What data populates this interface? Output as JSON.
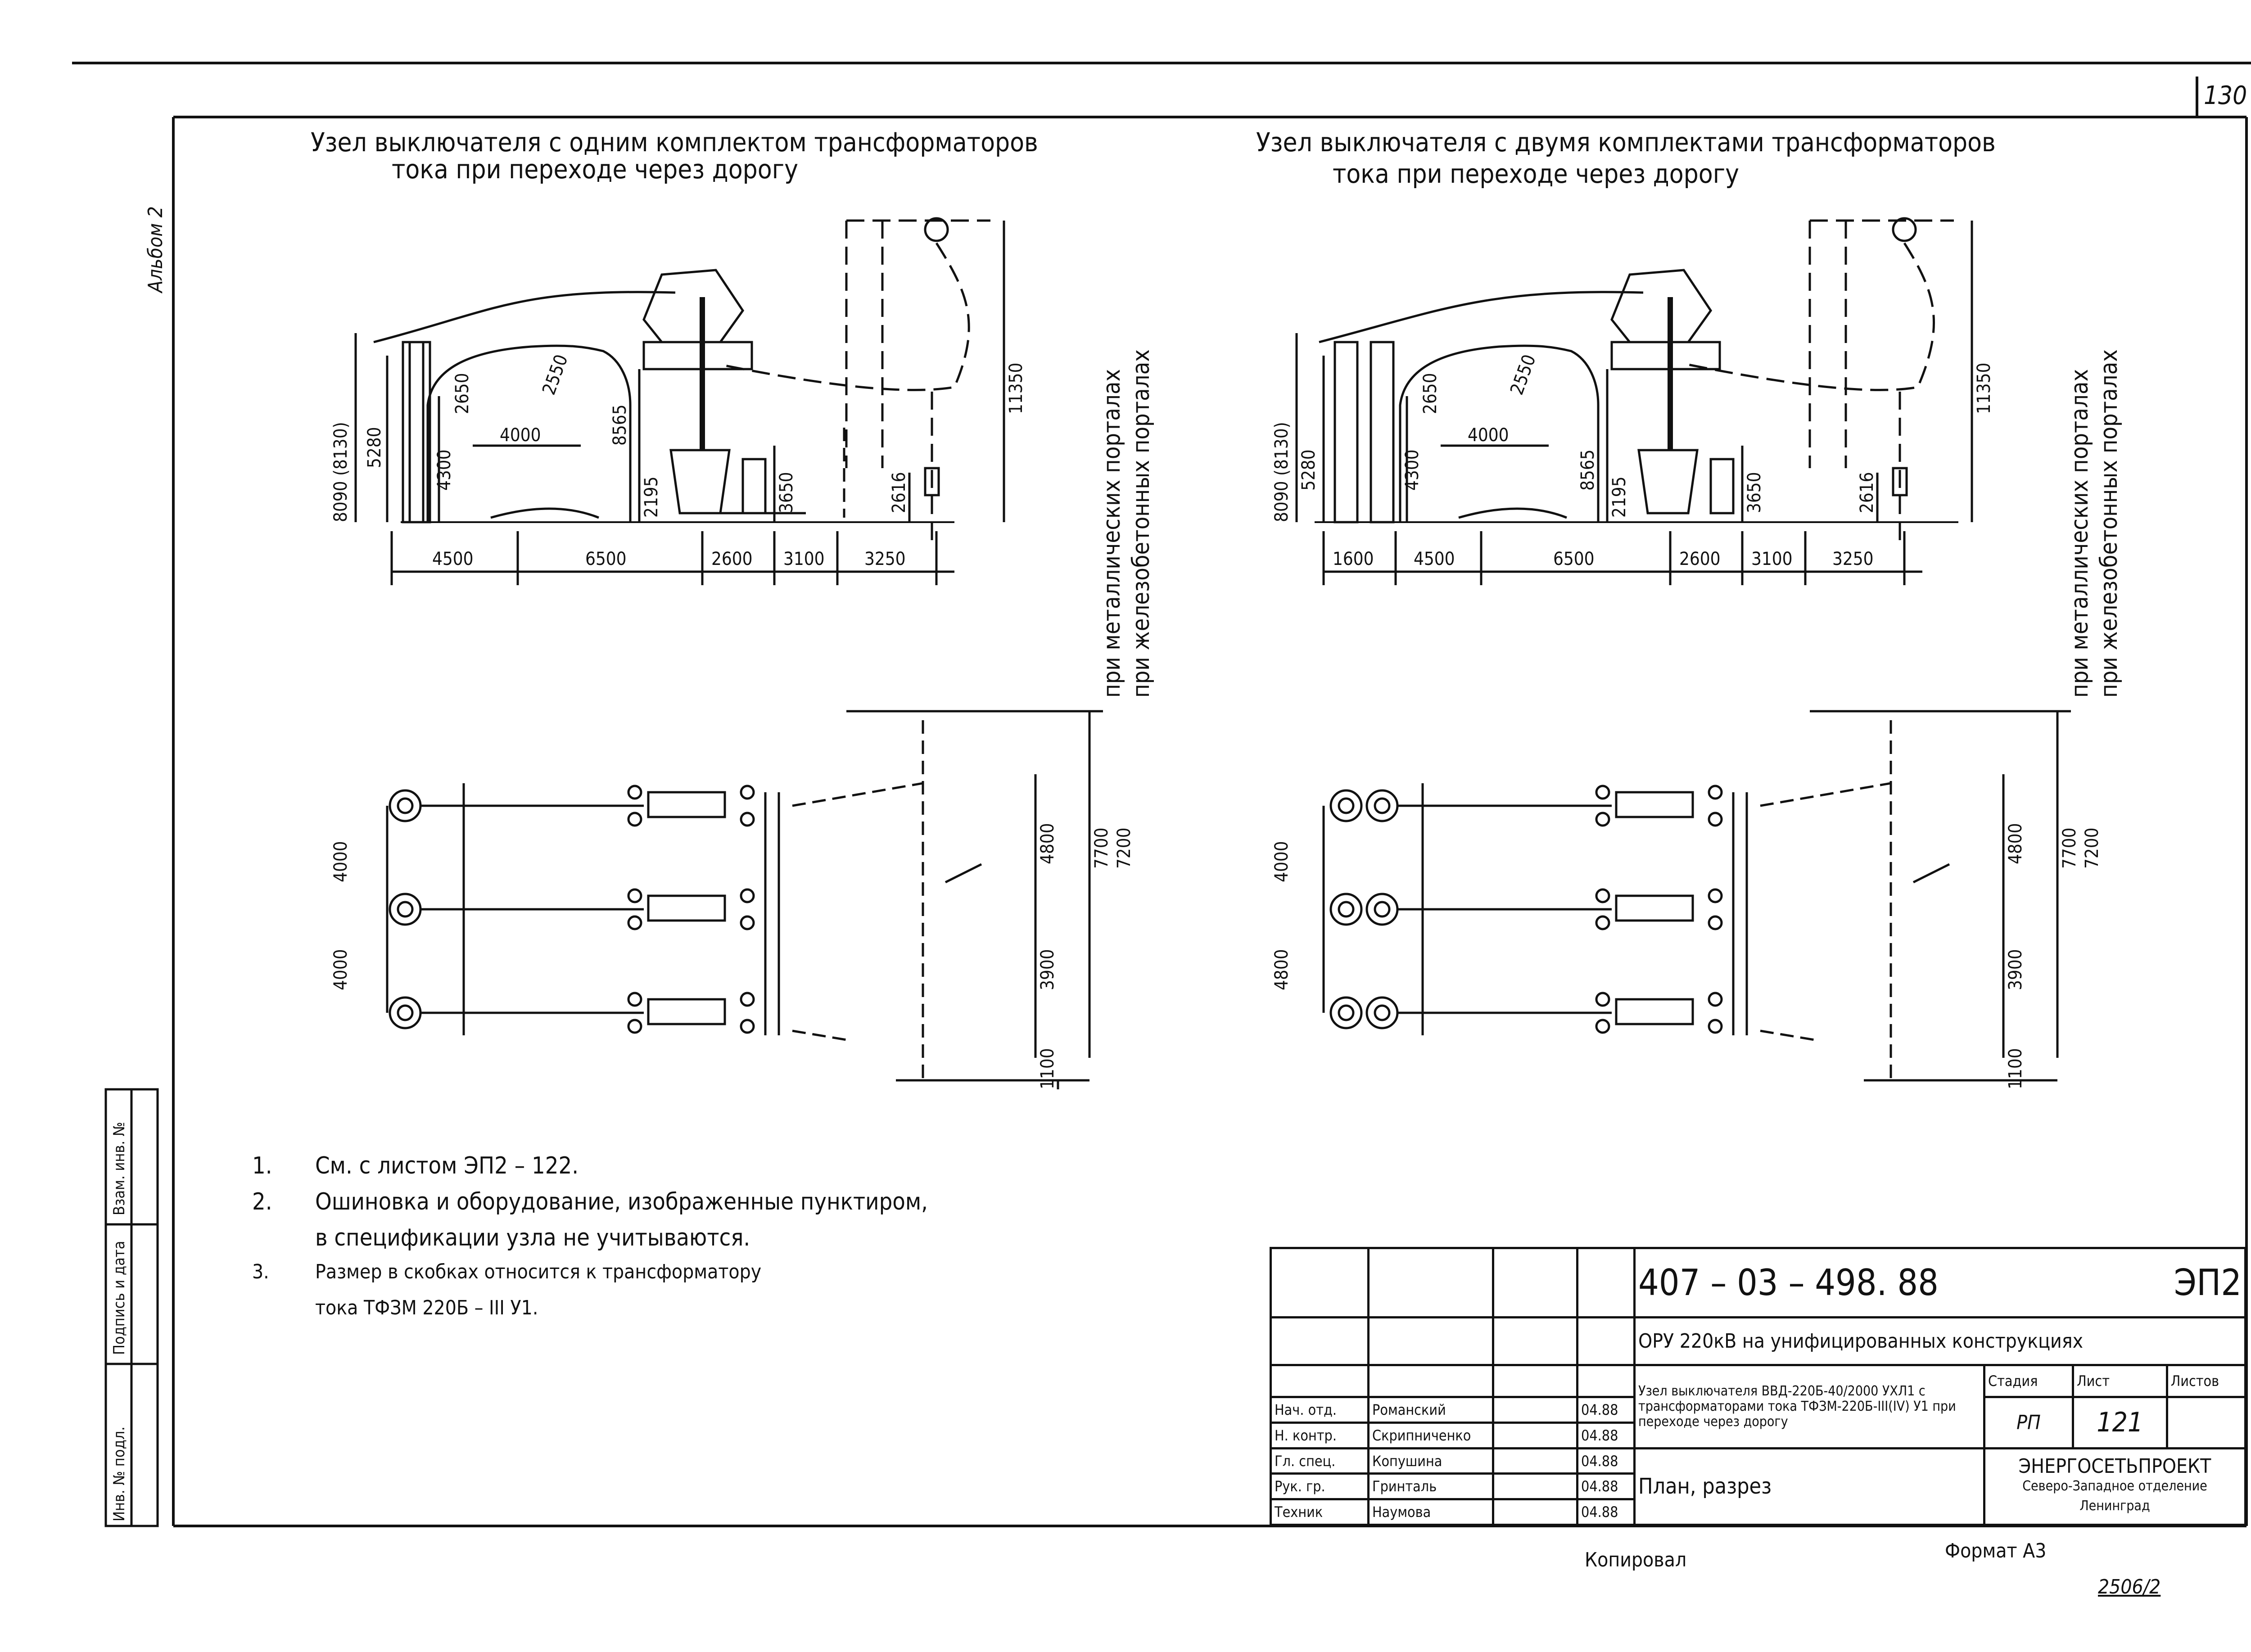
{
  "sheet_number": "130",
  "album_label": "Альбом 2",
  "left_title_line1": "Узел выключателя с одним комплектом трансформаторов",
  "left_title_line2": "тока при переходе через дорогу",
  "right_title_line1": "Узел выключателя с двумя комплектами трансформаторов",
  "right_title_line2": "тока при переходе через дорогу",
  "vertical_labels": {
    "metal": "при металлических порталах",
    "concrete": "при железобетонных порталах"
  },
  "left_dims": {
    "h_main": "8090 (8130)",
    "h_5280": "5280",
    "h_4300": "4300",
    "h_2650": "2650",
    "h_2550": "2550",
    "h_8565": "8565",
    "h_2195": "2195",
    "h_3650": "3650",
    "h_2616": "2616",
    "h_11350": "11350",
    "w_4000": "4000",
    "b_4500": "4500",
    "b_6500": "6500",
    "b_2600": "2600",
    "b_3100": "3100",
    "b_3250": "3250",
    "p_4000a": "4000",
    "p_4000b": "4000",
    "p_4800": "4800",
    "p_3900": "3900",
    "p_1100": "1100",
    "p_7700": "7700",
    "p_7200": "7200"
  },
  "right_dims": {
    "h_main": "8090 (8130)",
    "h_5280": "5280",
    "h_4300": "4300",
    "h_2650": "2650",
    "h_2550": "2550",
    "h_8565": "8565",
    "h_2195": "2195",
    "h_3650": "3650",
    "h_2616": "2616",
    "h_11350": "11350",
    "w_4000": "4000",
    "b_1600": "1600",
    "b_4500": "4500",
    "b_6500": "6500",
    "b_2600": "2600",
    "b_3100": "3100",
    "b_3250": "3250",
    "p_4000a": "4000",
    "p_4000b": "4800",
    "p_4800": "4800",
    "p_3900": "3900",
    "p_1100": "1100",
    "p_7700": "7700",
    "p_7200": "7200"
  },
  "notes": [
    {
      "n": "1.",
      "text": "См. с листом ЭП2 – 122."
    },
    {
      "n": "2.",
      "text": "Ошиновка и оборудование, изображенные пунктиром,"
    },
    {
      "n": "",
      "text": "в спецификации узла не учитываются."
    },
    {
      "n": "3.",
      "text": "Размер в скобках относится к трансформатору"
    },
    {
      "n": "",
      "text": "тока ТФЗМ 220Б – III У1."
    }
  ],
  "left_margin_stamp": [
    "Инв. № подл.",
    "Подпись и дата",
    "Взам. инв. №"
  ],
  "title_block": {
    "doc_code": "407 – 03 – 498. 88",
    "sheet_code": "ЭП2",
    "object_name": "ОРУ 220кВ на унифицированных конструкциях",
    "description": "Узел выключателя ВВД-220Б-40/2000 УХЛ1 с трансформаторами тока ТФЗМ-220Б-III(IV) У1 при переходе через дорогу",
    "stage_header": "Стадия",
    "sheet_header": "Лист",
    "sheets_header": "Листов",
    "stage": "РП",
    "sheet": "121",
    "sheets": "",
    "drawing_name": "План, разрез",
    "org_line1": "ЭНЕРГОСЕТЬПРОЕКТ",
    "org_line2": "Северо-Западное отделение",
    "org_line3": "Ленинград",
    "staff": [
      {
        "role": "Нач. отд.",
        "name": "Романский",
        "date": "04.88"
      },
      {
        "role": "Н. контр.",
        "name": "Скрипниченко",
        "date": "04.88"
      },
      {
        "role": "Гл. спец.",
        "name": "Копушина",
        "date": "04.88"
      },
      {
        "role": "Рук. гр.",
        "name": "Гринталь",
        "date": "04.88"
      },
      {
        "role": "Техник",
        "name": "Наумова",
        "date": "04.88"
      }
    ]
  },
  "copied_by": "Копировал",
  "format": "Формат А3",
  "bottom_code": "2506/2"
}
